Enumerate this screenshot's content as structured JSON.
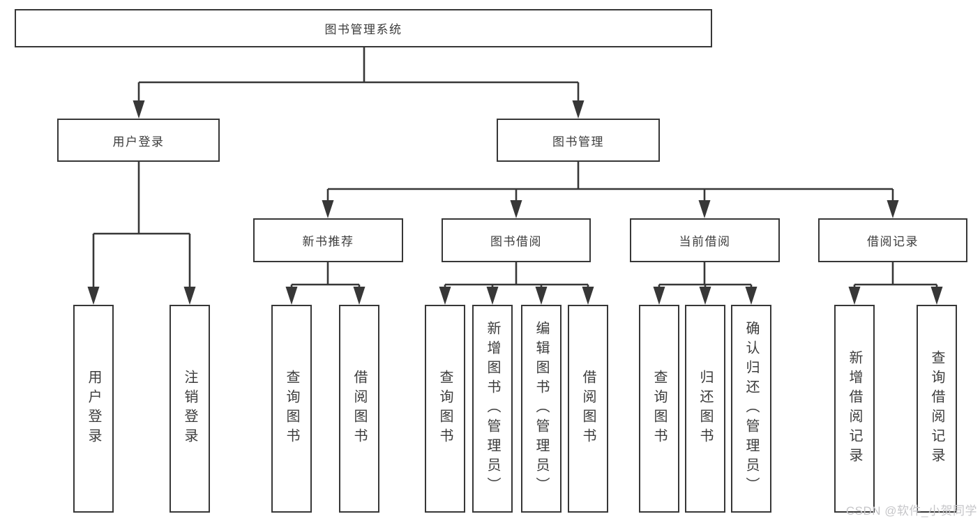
{
  "diagram": {
    "root": {
      "label": "图书管理系统"
    },
    "level2": [
      {
        "label": "用户登录"
      },
      {
        "label": "图书管理"
      }
    ],
    "level3": [
      {
        "label": "新书推荐"
      },
      {
        "label": "图书借阅"
      },
      {
        "label": "当前借阅"
      },
      {
        "label": "借阅记录"
      }
    ],
    "leaves": {
      "user_login": [
        {
          "label": "用户登录"
        },
        {
          "label": "注销登录"
        }
      ],
      "new_book": [
        {
          "label": "查询图书"
        },
        {
          "label": "借阅图书"
        }
      ],
      "borrow": [
        {
          "label": "查询图书"
        },
        {
          "label": "新增图书（管理员）"
        },
        {
          "label": "编辑图书（管理员）"
        },
        {
          "label": "借阅图书"
        }
      ],
      "current": [
        {
          "label": "查询图书"
        },
        {
          "label": "归还图书"
        },
        {
          "label": "确认归还（管理员）"
        }
      ],
      "records": [
        {
          "label": "新增借阅记录"
        },
        {
          "label": "查询借阅记录"
        }
      ]
    }
  },
  "watermark": {
    "text": "CSDN @软件_小贺同学"
  },
  "colors": {
    "line": "#373737",
    "text": "#3c3c3c",
    "watermark": "#c6c6c9",
    "background": "#ffffff"
  }
}
